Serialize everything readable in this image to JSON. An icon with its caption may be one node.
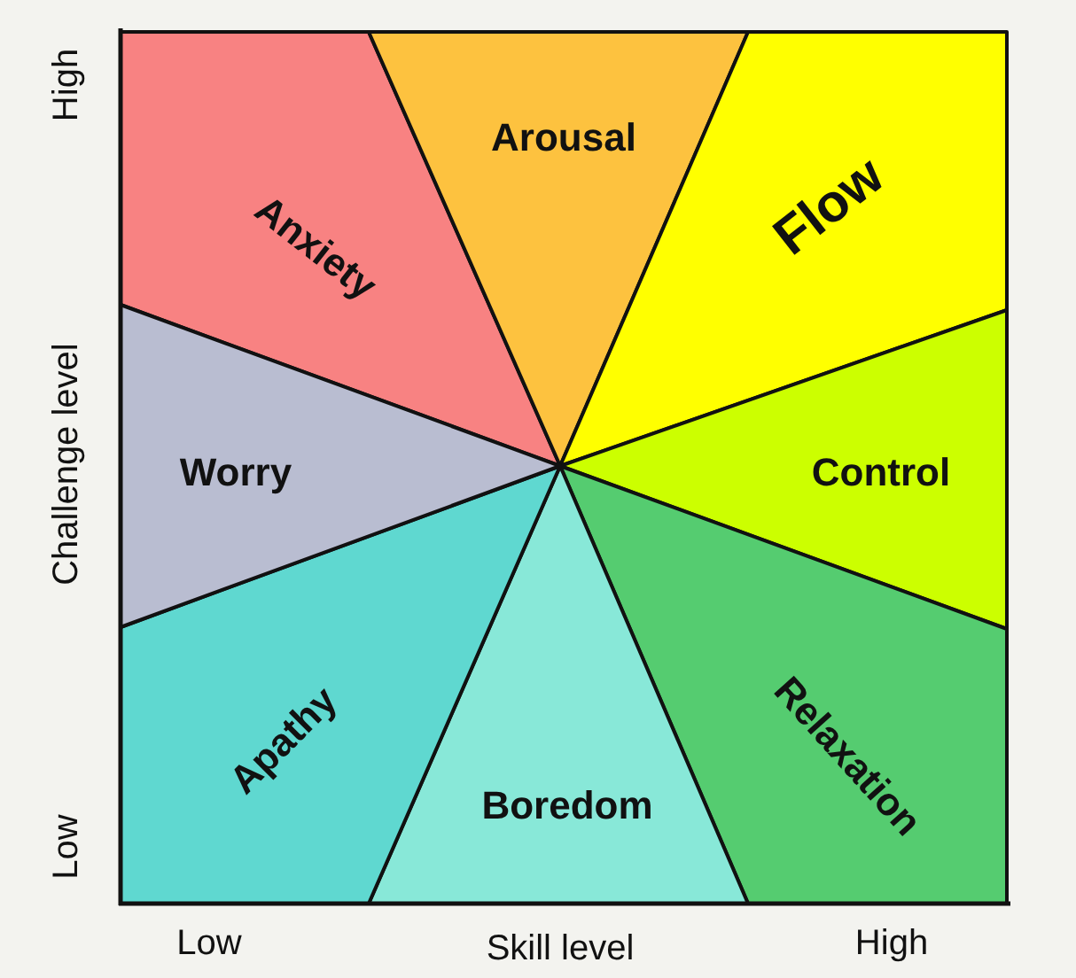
{
  "diagram": {
    "nodes": [
      {
        "text": [
          "Anxiety"
        ]
      },
      {
        "text": [
          "Arousal"
        ]
      },
      {
        "text": [
          "Flow"
        ]
      },
      {
        "text": [
          "Control"
        ]
      },
      {
        "text": [
          "Relaxation"
        ]
      },
      {
        "text": [
          "Boredom"
        ]
      },
      {
        "text": [
          "Apathy"
        ]
      },
      {
        "text": [
          "Worry"
        ]
      }
    ],
    "labels": [
      "High",
      "Challenge level",
      "Low",
      "Low",
      "Skill level",
      "High"
    ]
  }
}
